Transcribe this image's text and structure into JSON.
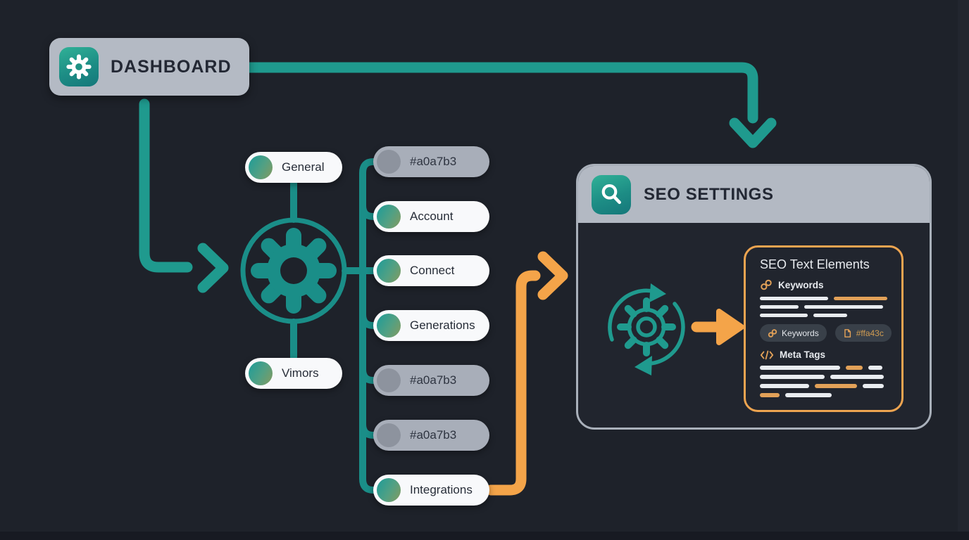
{
  "colors": {
    "background": "#1e222a",
    "teal_line": "#1a8e88",
    "teal_arrow": "#1f9a8e",
    "orange": "#f4a449",
    "node_gray": "#b4bac4",
    "pill_white": "#f8f9fb",
    "pill_gray": "#a8aeb9",
    "panel_border": "#a9b0ba",
    "card_border": "#eda450"
  },
  "dashboard": {
    "label": "DASHBOARD",
    "icon": "gear-icon"
  },
  "settings_menu": {
    "hub_icon": "gear-icon",
    "left_items": [
      {
        "label": "General",
        "variant": "active"
      },
      {
        "label": "Vimors",
        "variant": "active"
      }
    ],
    "right_items": [
      {
        "label": "#a0a7b3",
        "variant": "muted"
      },
      {
        "label": "Account",
        "variant": "active"
      },
      {
        "label": "Connect",
        "variant": "active"
      },
      {
        "label": "Generations",
        "variant": "active"
      },
      {
        "label": "#a0a7b3",
        "variant": "muted"
      },
      {
        "label": "#a0a7b3",
        "variant": "muted"
      },
      {
        "label": "Integrations",
        "variant": "active"
      }
    ]
  },
  "seo_panel": {
    "title": "SEO SETTINGS",
    "icon": "search-icon",
    "process_icon": "sync-gear-icon",
    "card": {
      "title": "SEO Text Elements",
      "keywords_section": {
        "label": "Keywords",
        "icon": "link-icon"
      },
      "meta_section": {
        "label": "Meta Tags",
        "icon": "code-icon"
      },
      "tags": [
        {
          "label": "Keywords",
          "icon": "link-icon"
        },
        {
          "label": "#ffa43c",
          "icon": "file-icon"
        }
      ]
    }
  }
}
